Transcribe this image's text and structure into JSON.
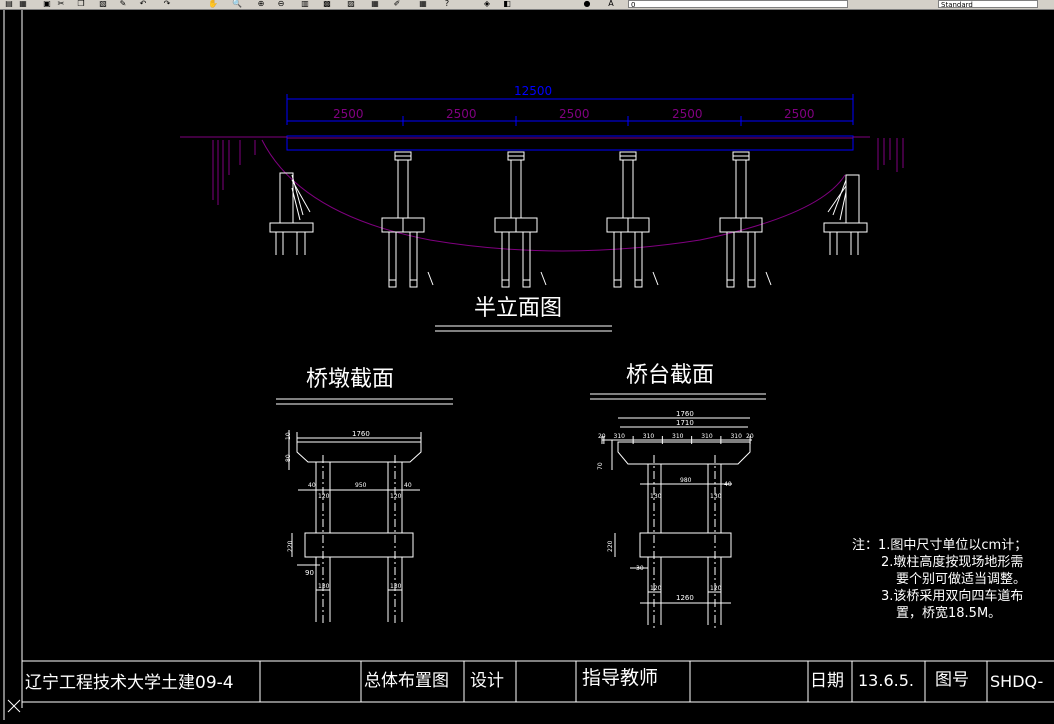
{
  "toolbar": {
    "layer_value": "0",
    "style_value": "Standard",
    "icons": [
      "open-icon",
      "save-icon",
      "print-icon",
      "cut-icon",
      "copy-icon",
      "paste-icon",
      "match-icon",
      "undo-icon",
      "redo-icon",
      "pan-icon",
      "zoom-realtime-icon",
      "zoom-window-icon",
      "zoom-previous-icon",
      "properties-icon",
      "design-center-icon",
      "tool-palette-icon",
      "sheet-set-icon",
      "markup-icon",
      "calculator-icon",
      "help-icon",
      "layer-manager-icon",
      "layer-state-icon",
      "color-icon",
      "text-style-icon"
    ]
  },
  "drawing": {
    "elevation": {
      "total_span": "12500",
      "span_labels": [
        "2500",
        "2500",
        "2500",
        "2500",
        "2500"
      ],
      "title": "半立面图"
    },
    "pier_section": {
      "title": "桥墩截面",
      "width": "1760",
      "top_dim": "10",
      "cap_dim": "80",
      "col_left_a": "40",
      "inner": "950",
      "col_right_a": "40",
      "col_w1": "120",
      "col_w2": "120",
      "beam_h": "220",
      "offset": "90",
      "pile_w1": "130",
      "pile_w2": "130"
    },
    "abutment_section": {
      "title": "桥台截面",
      "width": "1760",
      "inner_width": "1710",
      "segments": [
        "20",
        "310",
        "310",
        "310",
        "310",
        "310",
        "20"
      ],
      "cap_h": "70",
      "inner": "980",
      "side": "40",
      "col_w1": "130",
      "col_w2": "130",
      "beam_h": "220",
      "offset": "30",
      "bottom": "1260",
      "pile_w1": "120",
      "pile_w2": "120"
    },
    "notes": [
      "注：1.图中尺寸单位以cm计；",
      "2.墩柱高度按现场地形需",
      "要个别可做适当调整。",
      "3.该桥采用双向四车道布",
      "置，桥宽18.5M。"
    ]
  },
  "title_block": {
    "school": "辽宁工程技术大学土建09-4",
    "drawing_name": "总体布置图",
    "design_label": "设计",
    "advisor_label": "指导教师",
    "date_label": "日期",
    "date_value": "13.6.5.",
    "drawing_no_label": "图号",
    "drawing_no": "SHDQ-"
  },
  "colors": {
    "background": "#000000",
    "lines": "#ffffff",
    "dimension": "#0000ff",
    "dim_text": "#800080",
    "ground": "#800080",
    "toolbar": "#d4d0c8"
  }
}
